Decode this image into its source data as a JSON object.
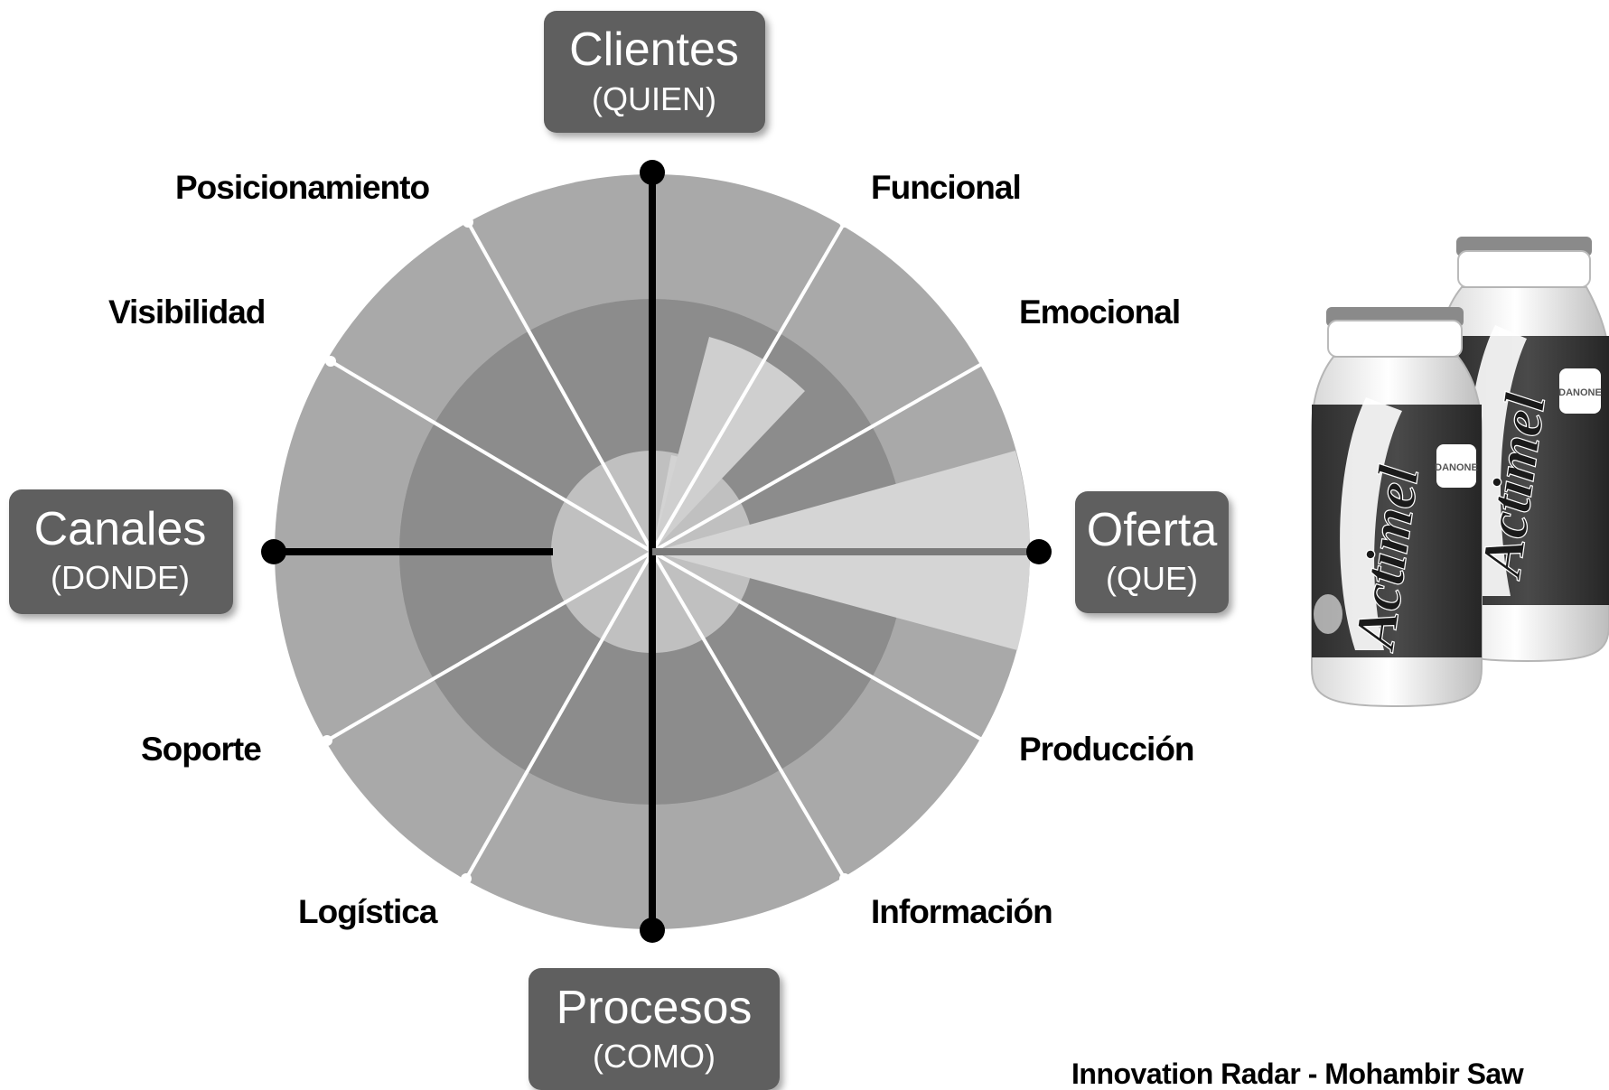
{
  "axes": {
    "top": {
      "title": "Clientes",
      "subtitle": "(QUIEN)"
    },
    "right": {
      "title": "Oferta",
      "subtitle": "(QUE)"
    },
    "bottom": {
      "title": "Procesos",
      "subtitle": "(COMO)"
    },
    "left": {
      "title": "Canales",
      "subtitle": "(DONDE)"
    }
  },
  "dimensions": {
    "posicionamiento": "Posicionamiento",
    "funcional": "Funcional",
    "visibilidad": "Visibilidad",
    "emocional": "Emocional",
    "soporte": "Soporte",
    "produccion": "Producción",
    "logistica": "Logística",
    "informacion": "Información"
  },
  "product_image": {
    "brand": "Actimel",
    "maker": "DANONE"
  },
  "footer": {
    "caption": "Innovation Radar - Mohambir Saw"
  }
}
